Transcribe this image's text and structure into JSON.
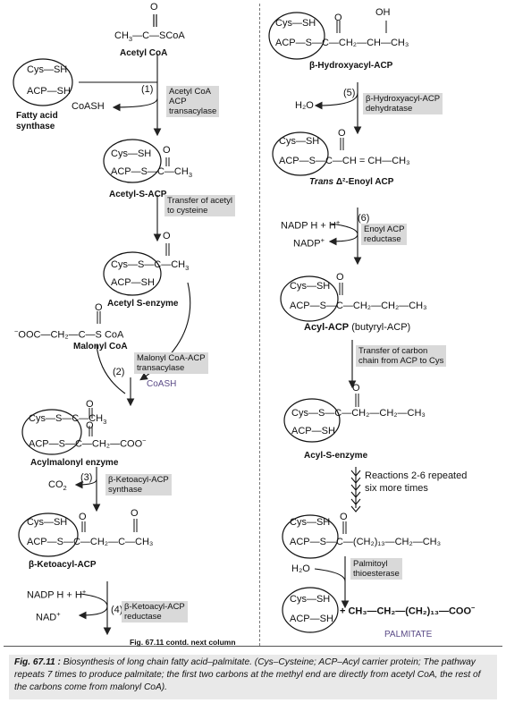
{
  "left": {
    "acetyl_coa": {
      "formula_left": "CH",
      "formula_mid": "—C—SCoA",
      "oxygen": "O",
      "label": "Acetyl CoA"
    },
    "fas": {
      "cys": "Cys",
      "acp": "ACP",
      "sh": "SH",
      "label_line1": "Fatty acid",
      "label_line2": "synthase"
    },
    "step1": {
      "num": "(1)",
      "byproduct": "CoASH",
      "enzyme": [
        "Acetyl CoA",
        "ACP",
        "transacylase"
      ]
    },
    "acetyl_s_acp": {
      "label": "Acetyl-S-ACP",
      "s": "S",
      "ch3": "CH",
      "o": "O"
    },
    "transfer": {
      "enzyme": [
        "Transfer of acetyl",
        "to cysteine"
      ]
    },
    "acetyl_s_enzyme": {
      "label": "Acetyl S-enzyme"
    },
    "malonyl_coa": {
      "formula": "OOC—CH₂—C—S CoA",
      "minus": "−",
      "label": "Malonyl CoA"
    },
    "step2": {
      "num": "(2)",
      "byproduct": "CoASH",
      "enzyme": [
        "Malonyl CoA-ACP",
        "transacylase"
      ]
    },
    "acylmalonyl": {
      "label": "Acylmalonyl enzyme",
      "chain": "—S—C—CH₂—COO",
      "minus": "−"
    },
    "step3": {
      "num": "(3)",
      "co2": "CO",
      "enzyme": [
        "β-Ketoacyl-ACP",
        "synthase"
      ]
    },
    "ketoacyl": {
      "label": "β-Ketoacyl-ACP",
      "chain": "—S—C—CH₂—C—CH₃"
    },
    "step4": {
      "num": "(4)",
      "nadph": "NADP H + H",
      "nad": "NAD",
      "enzyme": [
        "β-Ketoacyl-ACP",
        "reductase"
      ]
    },
    "contd": "Fig. 67.11 contd. next column"
  },
  "right": {
    "hydroxyacyl": {
      "label": "β-Hydroxyacyl-ACP",
      "chain": "—S—C—CH₂—CH—CH₃",
      "oh": "OH"
    },
    "step5": {
      "num": "(5)",
      "water": "H₂O",
      "enzyme": [
        "β-Hydroxyacyl-ACP",
        "dehydratase"
      ]
    },
    "enoyl": {
      "label_italic": "Trans",
      "label_rest": "Δ²-Enoyl ACP",
      "chain": "—S—C—CH = CH—CH₃"
    },
    "step6": {
      "num": "(6)",
      "nadph": "NADP H + H",
      "nadp": "NADP",
      "enzyme": [
        "Enoyl ACP",
        "reductase"
      ]
    },
    "acyl_acp": {
      "label_bold": "Acyl-ACP",
      "label_rest": "(butyryl-ACP)",
      "chain": "—S—C—CH₂—CH₂—CH₃"
    },
    "transfer": {
      "enzyme": [
        "Transfer of carbon",
        "chain from ACP to Cys"
      ]
    },
    "acyl_s_enzyme": {
      "label": "Acyl-S-enzyme",
      "chain": "—S—C—CH₂—CH₂—CH₃"
    },
    "repeat": {
      "line1": "Reactions 2-6 repeated",
      "line2": "six more times"
    },
    "long_chain": {
      "chain": "—S—C—(CH₂)₁₃—CH₂—CH₃"
    },
    "palmitoyl": {
      "water": "H₂O",
      "enzyme": [
        "Palmitoyl",
        "thioesterase"
      ]
    },
    "palmitate": {
      "formula": "+ CH₃—CH₂—(CH₂)₁₃—COO",
      "minus": "−",
      "label": "PALMITATE"
    }
  },
  "caption": {
    "fig": "Fig. 67.11 :",
    "text": "Biosynthesis of long chain fatty acid–palmitate. (Cys–Cysteine; ACP–Acyl carrier protein; The pathway repeats 7 times to produce palmitate; the first two carbons at the methyl end are directly from acetyl CoA, the rest of the carbons come from malonyl CoA)."
  }
}
